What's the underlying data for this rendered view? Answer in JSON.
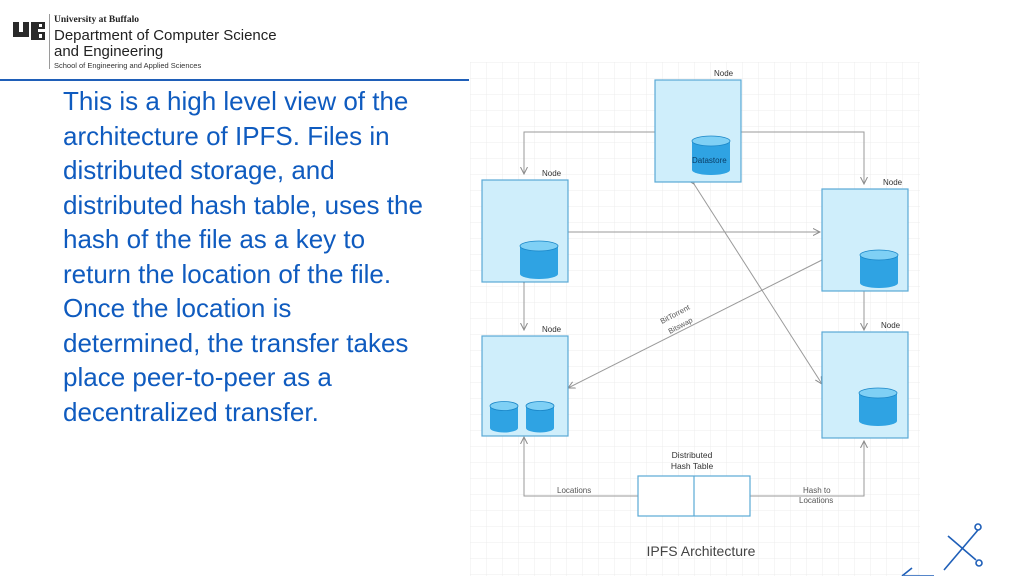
{
  "header": {
    "university": "University at Buffalo",
    "department_line1": "Department of Computer Science",
    "department_line2": "and Engineering",
    "school": "School of Engineering and Applied Sciences",
    "brand_color": "#005bbb"
  },
  "body_text": "This is a high level view of the architecture of IPFS. Files in distributed storage, and distributed hash table, uses the hash of the file as a key to return the location of the file. Once the location is determined, the transfer takes place peer-to-peer as a decentralized transfer.",
  "diagram": {
    "caption": "IPFS Architecture",
    "nodes": [
      {
        "label": "Node",
        "datastore_label": "Datastore"
      },
      {
        "label": "Node"
      },
      {
        "label": "Node"
      },
      {
        "label": "Node"
      },
      {
        "label": "Node"
      }
    ],
    "dht": {
      "label_line1": "Distributed",
      "label_line2": "Hash Table"
    },
    "edge_labels": {
      "bittorrent": "BitTorrent",
      "bitswap": "Bitswap",
      "locations": "Locations",
      "hash_to_line1": "Hash to",
      "hash_to_line2": "Locations"
    },
    "colors": {
      "node_fill": "#cfeefb",
      "node_stroke": "#5aa9d6",
      "cylinder": "#2fa3e3",
      "text_color": "#0f5bbf"
    }
  }
}
